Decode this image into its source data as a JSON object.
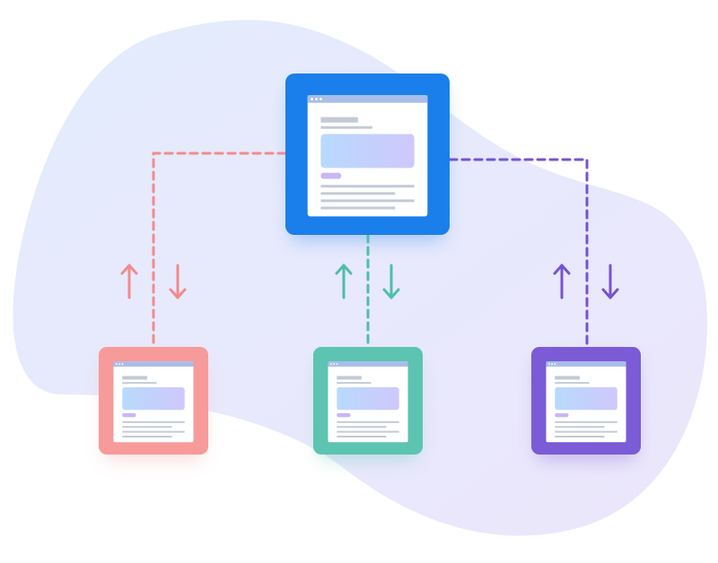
{
  "colors": {
    "background": "#ffffff",
    "blob_start": "#e3ecfd",
    "blob_end": "#ece6fb",
    "hub": "#1a7fea",
    "node_coral": "#f79a9a",
    "node_teal": "#5cc4b1",
    "node_purple": "#7b5bd6",
    "arrow_coral": "#f28b8b",
    "arrow_teal": "#4fbea9",
    "arrow_purple": "#7653d2",
    "screen_white": "#ffffff",
    "screen_bar": "#a9bde9",
    "screen_line": "#c3cad6",
    "screen_tag": "#c7b8f4",
    "screen_gradient_start": "#b8dafd",
    "screen_gradient_end": "#cfc8fb"
  },
  "diagram": {
    "hub": {
      "icon": "browser-window-icon",
      "color_key": "hub"
    },
    "nodes": [
      {
        "id": "coral",
        "icon": "browser-window-icon",
        "color_key": "node_coral",
        "arrow_key": "arrow_coral"
      },
      {
        "id": "teal",
        "icon": "browser-window-icon",
        "color_key": "node_teal",
        "arrow_key": "arrow_teal"
      },
      {
        "id": "purple",
        "icon": "browser-window-icon",
        "color_key": "node_purple",
        "arrow_key": "arrow_purple"
      }
    ],
    "connector_style": "dashed",
    "arrow_icons": [
      "arrow-up-icon",
      "arrow-down-icon"
    ]
  }
}
